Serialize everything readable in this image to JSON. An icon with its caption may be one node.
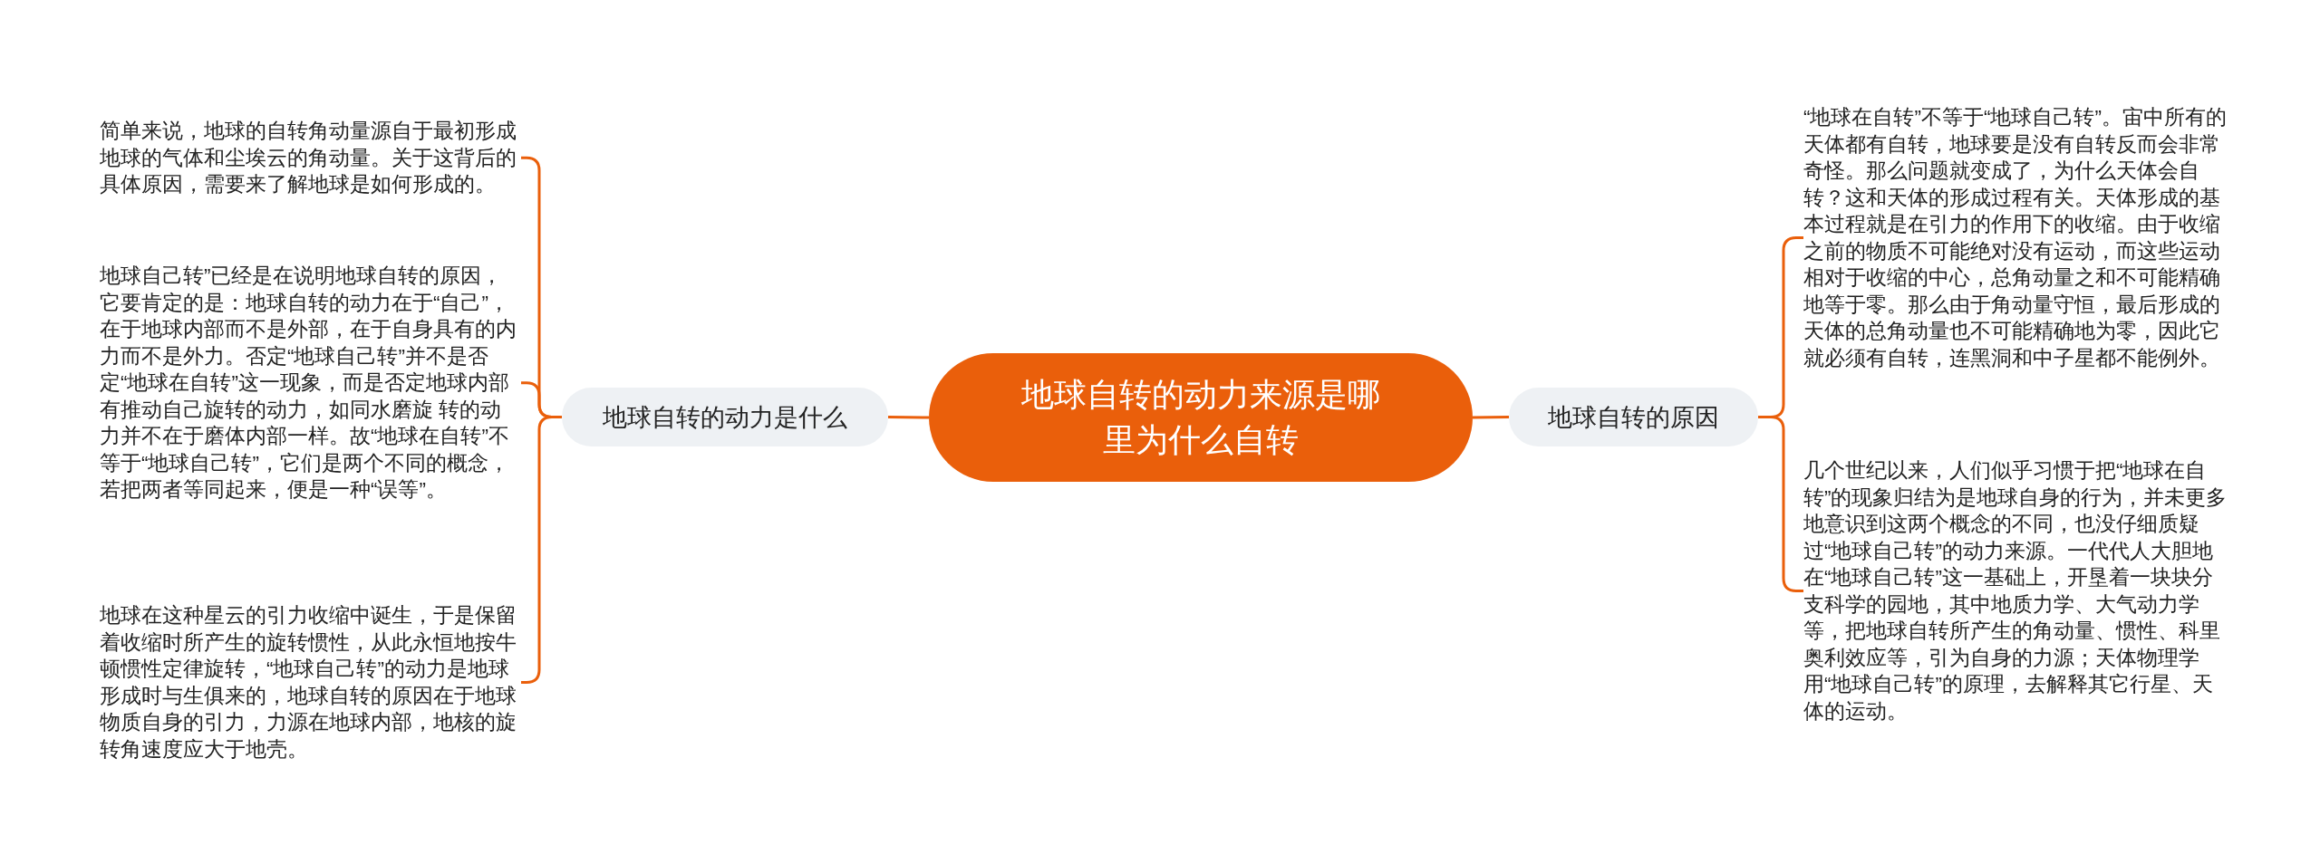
{
  "diagram": {
    "nodes": [
      {
        "text": [
          "地球自转的动力来源是哪里为什么自转"
        ]
      },
      {
        "text": [
          "地球自转的动力是什么"
        ]
      },
      {
        "text": [
          "简单来说，地球的自转角动量源自于最初形成地球的气体和尘埃云的角动量。关于这背后的具体原因，需要来了解地球是如何形成的。"
        ]
      },
      {
        "text": [
          "地球自己转”已经是在说明地球自转的原因，它要肯定的是：地球自转的动力在于“自己”，在于地球内部而不是外部，在于自身具有的内力而不是外力。否定“地球自己转”并不是否定“地球在自转”这一现象，而是否定地球内部有推动自己旋转的动力，如同水磨旋 转的动力并不在于磨体内部一样。故“地球在自转”不等于“地球自己转”，它们是两个不同的概念，若把两者等同起来，便是一种“误等”。"
        ]
      },
      {
        "text": [
          "地球在这种星云的引力收缩中诞生，于是保留着收缩时所产生的旋转惯性，从此永恒地按牛顿惯性定律旋转，“地球自己转”的动力是地球形成时与生俱来的，地球自转的原因在于地球物质自身的引力，力源在地球内部，地核的旋转角速度应大于地壳。"
        ]
      },
      {
        "text": [
          "地球自转的原因"
        ]
      },
      {
        "text": [
          "“地球在自转”不等于“地球自己转”。宙中所有的天体都有自转，地球要是没有自转反而会非常奇怪。那么问题就变成了，为什么天体会自转？这和天体的形成过程有关。天体形成的基本过程就是在引力的作用下的收缩。由于收缩之前的物质不可能绝对没有运动，而这些运动相对于收缩的中心，总角动量之和不可能精确地等于零。那么由于角动量守恒，最后形成的天体的总角动量也不可能精确地为零，因此它就必须有自转，连黑洞和中子星都不能例外。"
        ]
      },
      {
        "text": [
          "几个世纪以来，人们似乎习惯于把“地球在自转”的现象归结为是地球自身的行为，并未更多地意识到这两个概念的不同，也没仔细质疑过“地球自己转”的动力来源。一代代人大胆地在“地球自己转”这一基础上，开垦着一块块分支科学的园地，其中地质力学、大气动力学等，把地球自转所产生的角动量、惯性、科里奥利效应等，引为自身的力源；天体物理学用“地球自己转”的原理，去解释其它行星、天体的运动。"
        ]
      }
    ],
    "edges": [
      {
        "from": 0,
        "to": 1,
        "arrow": "none"
      },
      {
        "from": 1,
        "to": 2,
        "arrow": "none"
      },
      {
        "from": 1,
        "to": 3,
        "arrow": "none"
      },
      {
        "from": 1,
        "to": 4,
        "arrow": "none"
      },
      {
        "from": 0,
        "to": 5,
        "arrow": "none"
      },
      {
        "from": 5,
        "to": 6,
        "arrow": "none"
      },
      {
        "from": 5,
        "to": 7,
        "arrow": "none"
      }
    ]
  }
}
